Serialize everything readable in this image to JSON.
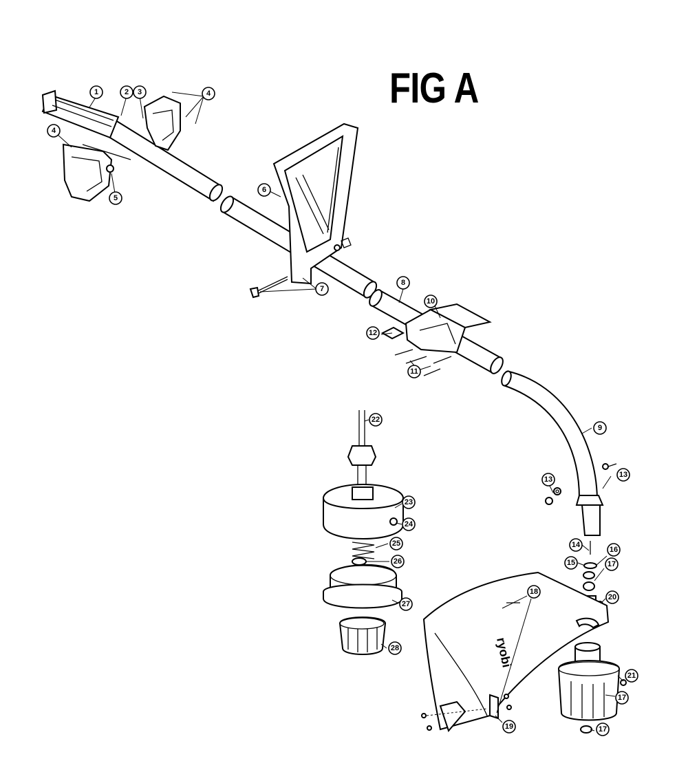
{
  "figure": {
    "title": "FIG A",
    "brand_text": "ryobi"
  },
  "callouts": [
    {
      "id": "c1",
      "label": "1"
    },
    {
      "id": "c2",
      "label": "2"
    },
    {
      "id": "c3",
      "label": "3"
    },
    {
      "id": "c4a",
      "label": "4"
    },
    {
      "id": "c4b",
      "label": "4"
    },
    {
      "id": "c5",
      "label": "5"
    },
    {
      "id": "c6",
      "label": "6"
    },
    {
      "id": "c7",
      "label": "7"
    },
    {
      "id": "c8",
      "label": "8"
    },
    {
      "id": "c9",
      "label": "9"
    },
    {
      "id": "c10",
      "label": "10"
    },
    {
      "id": "c11",
      "label": "11"
    },
    {
      "id": "c12",
      "label": "12"
    },
    {
      "id": "c13a",
      "label": "13"
    },
    {
      "id": "c13b",
      "label": "13"
    },
    {
      "id": "c14",
      "label": "14"
    },
    {
      "id": "c15",
      "label": "15"
    },
    {
      "id": "c16",
      "label": "16"
    },
    {
      "id": "c17a",
      "label": "17"
    },
    {
      "id": "c17b",
      "label": "17"
    },
    {
      "id": "c17c",
      "label": "17"
    },
    {
      "id": "c18",
      "label": "18"
    },
    {
      "id": "c19",
      "label": "19"
    },
    {
      "id": "c20",
      "label": "20"
    },
    {
      "id": "c21",
      "label": "21"
    },
    {
      "id": "c22",
      "label": "22"
    },
    {
      "id": "c23",
      "label": "23"
    },
    {
      "id": "c24",
      "label": "24"
    },
    {
      "id": "c25",
      "label": "25"
    },
    {
      "id": "c26",
      "label": "26"
    },
    {
      "id": "c27",
      "label": "27"
    },
    {
      "id": "c28",
      "label": "28"
    }
  ]
}
